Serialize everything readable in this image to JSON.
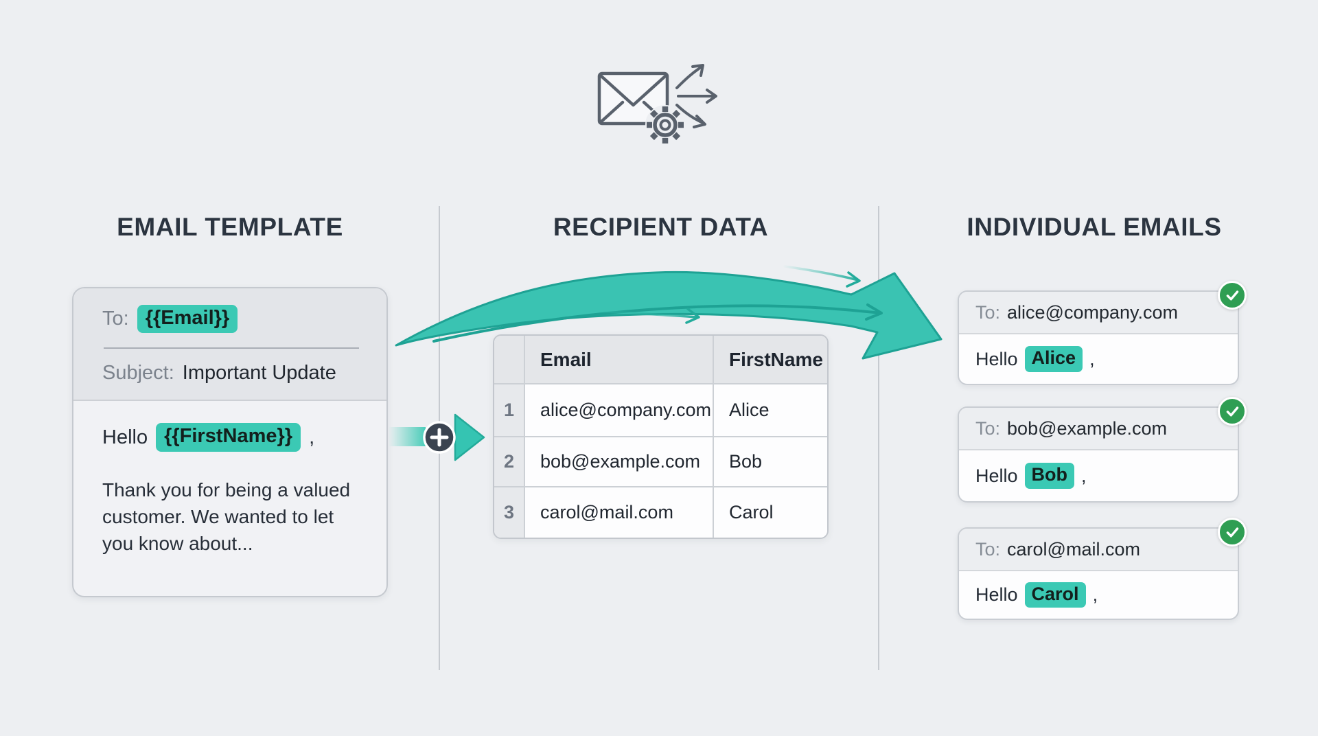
{
  "columns": {
    "template": {
      "heading": "EMAIL TEMPLATE"
    },
    "recipients": {
      "heading": "RECIPIENT DATA"
    },
    "individual": {
      "heading": "INDIVIDUAL EMAILS"
    }
  },
  "template_card": {
    "to_label": "To:",
    "to_variable": "{{Email}}",
    "subject_label": "Subject:",
    "subject_value": "Important Update",
    "greeting_prefix": "Hello",
    "greeting_variable": "{{FirstName}}",
    "greeting_suffix": ",",
    "body_lines": [
      "Thank you for being a valued",
      "customer. We wanted to let",
      "you know about..."
    ]
  },
  "recipient_table": {
    "headers": [
      "Email",
      "FirstName"
    ],
    "rows": [
      {
        "num": "1",
        "email": "alice@company.com",
        "first_name": "Alice"
      },
      {
        "num": "2",
        "email": "bob@example.com",
        "first_name": "Bob"
      },
      {
        "num": "3",
        "email": "carol@mail.com",
        "first_name": "Carol"
      }
    ]
  },
  "individual_emails": [
    {
      "to_label": "To:",
      "address": "alice@company.com",
      "greeting_prefix": "Hello",
      "name": "Alice",
      "greeting_suffix": ","
    },
    {
      "to_label": "To:",
      "address": "bob@example.com",
      "greeting_prefix": "Hello",
      "name": "Bob",
      "greeting_suffix": ","
    },
    {
      "to_label": "To:",
      "address": "carol@mail.com",
      "greeting_prefix": "Hello",
      "name": "Carol",
      "greeting_suffix": ","
    }
  ],
  "icons": {
    "top": "mail-merge-icon",
    "connector": "plus-icon",
    "merge": "merge-arrow-icon",
    "status": "check-icon"
  },
  "colors": {
    "background": "#edeff2",
    "heading": "#2b3440",
    "teal_highlight": "#3bc9b4",
    "merge_arrow": "#3ac3b2",
    "check_green": "#2f9e53"
  }
}
